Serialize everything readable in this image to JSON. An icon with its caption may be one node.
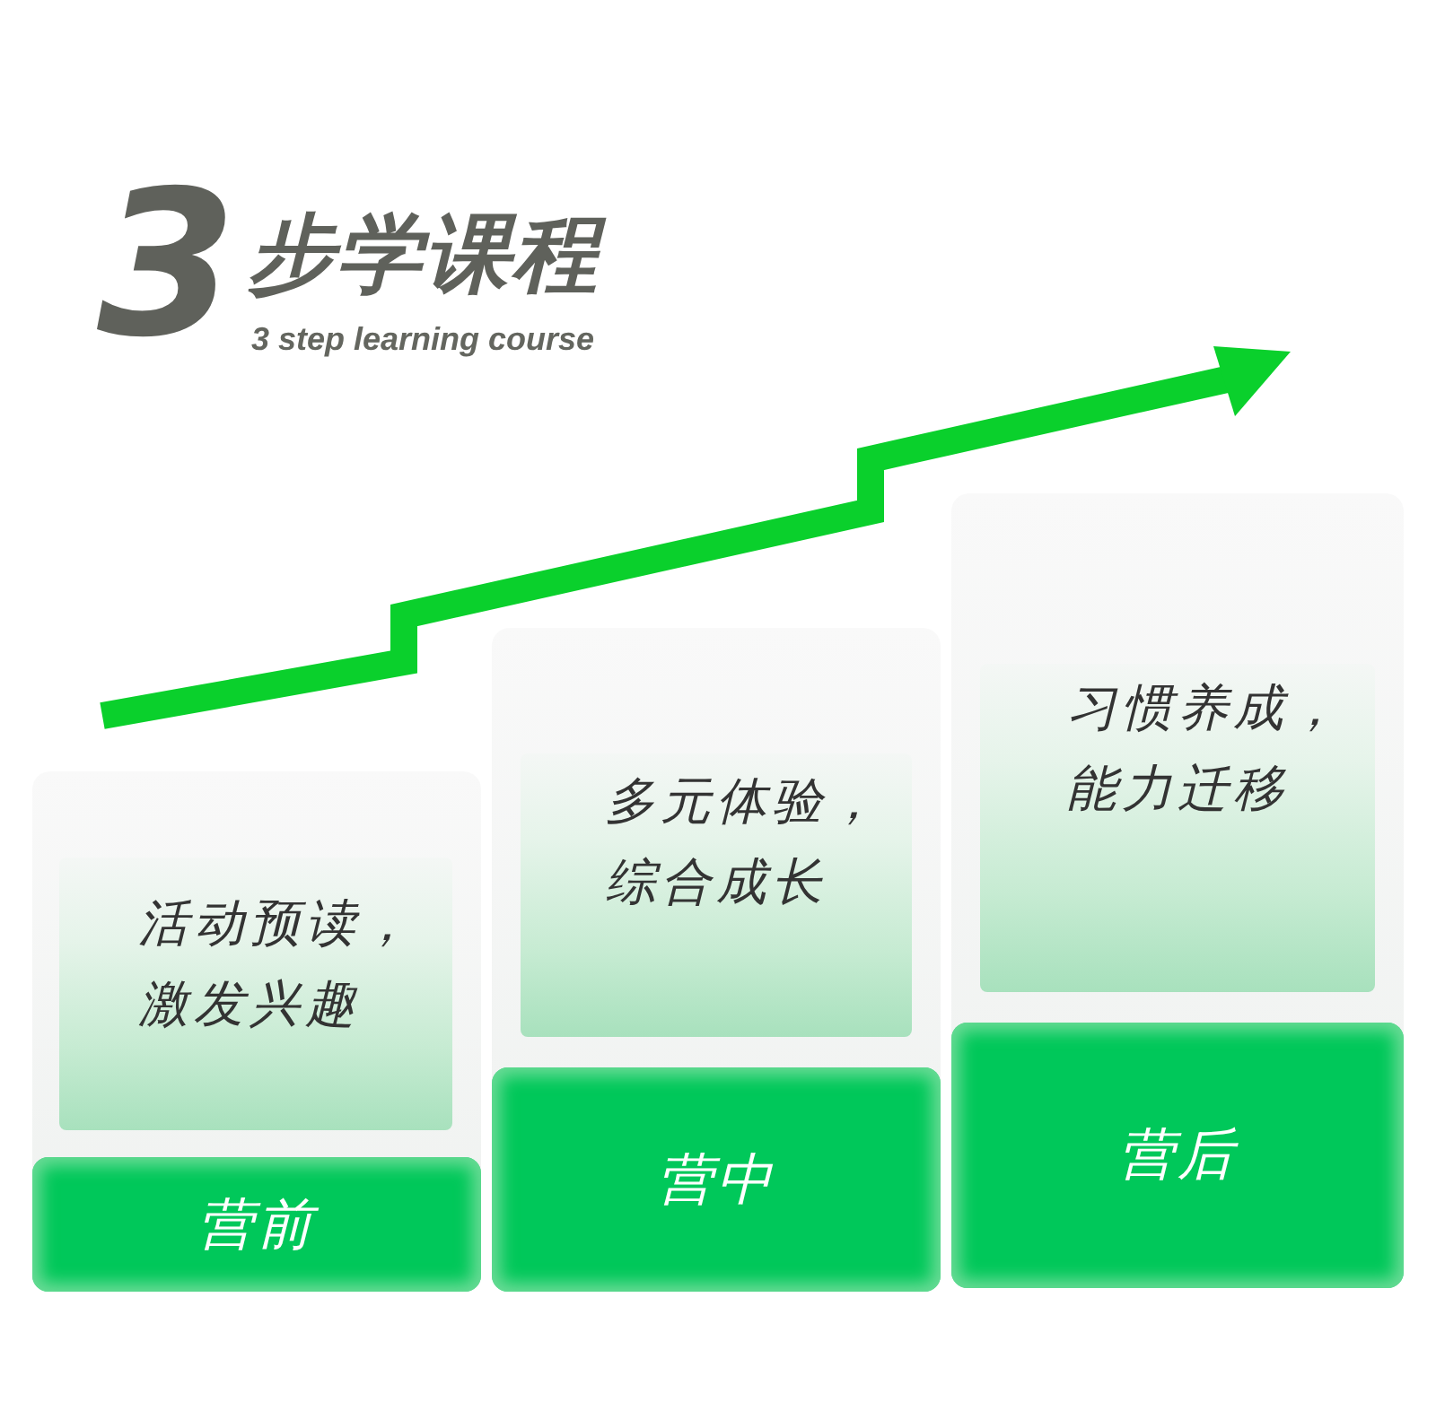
{
  "diagram": {
    "title": "步学课程",
    "nodes": [
      {
        "text": [
          "活动预读，激发兴趣"
        ]
      },
      {
        "text": [
          "营前"
        ]
      },
      {
        "text": [
          "多元体验，综合成长"
        ]
      },
      {
        "text": [
          "营中"
        ]
      },
      {
        "text": [
          "习惯养成，能力迁移"
        ]
      },
      {
        "text": [
          "营后"
        ]
      }
    ],
    "labels": [
      "3",
      "3 step learning course"
    ]
  }
}
